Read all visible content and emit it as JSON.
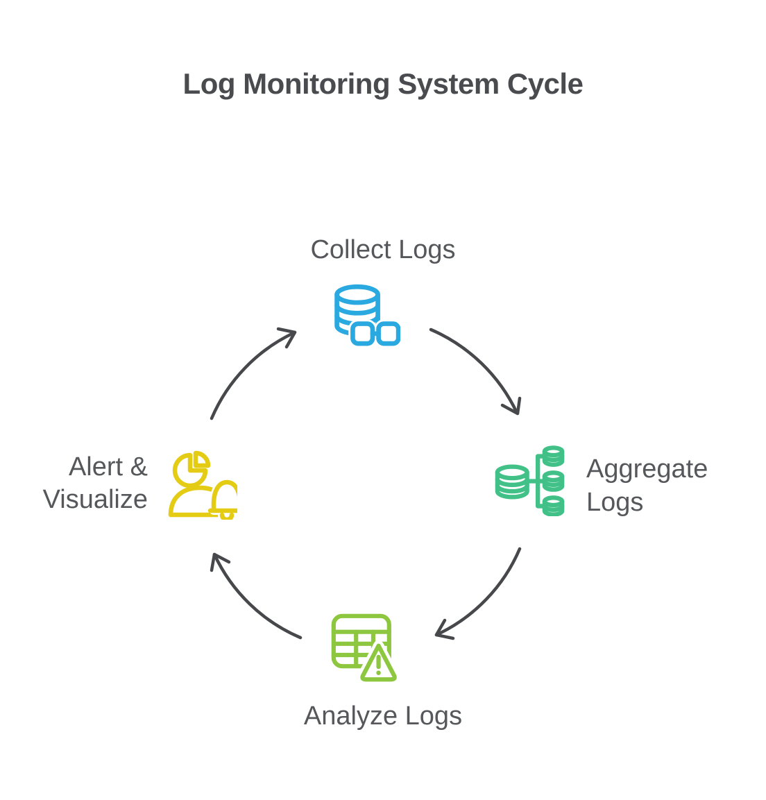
{
  "title": "Log Monitoring System Cycle",
  "nodes": {
    "collect": {
      "label": "Collect Logs",
      "icon": "database-link-icon"
    },
    "aggregate": {
      "label_line1": "Aggregate",
      "label_line2": "Logs",
      "icon": "database-aggregate-icon"
    },
    "analyze": {
      "label": "Analyze Logs",
      "icon": "table-warning-icon"
    },
    "alert": {
      "label_line1": "Alert &",
      "label_line2": "Visualize",
      "icon": "person-piechart-bell-icon"
    }
  },
  "cycle": {
    "direction": "clockwise"
  },
  "colors": {
    "bg": "#FFFFFF",
    "title": "#4A4B4E",
    "label": "#55575B",
    "arrow": "#47484B",
    "collect": "#29A9E0",
    "aggregate": "#41C087",
    "analyze": "#8DC63F",
    "alert": "#E4CC15"
  }
}
